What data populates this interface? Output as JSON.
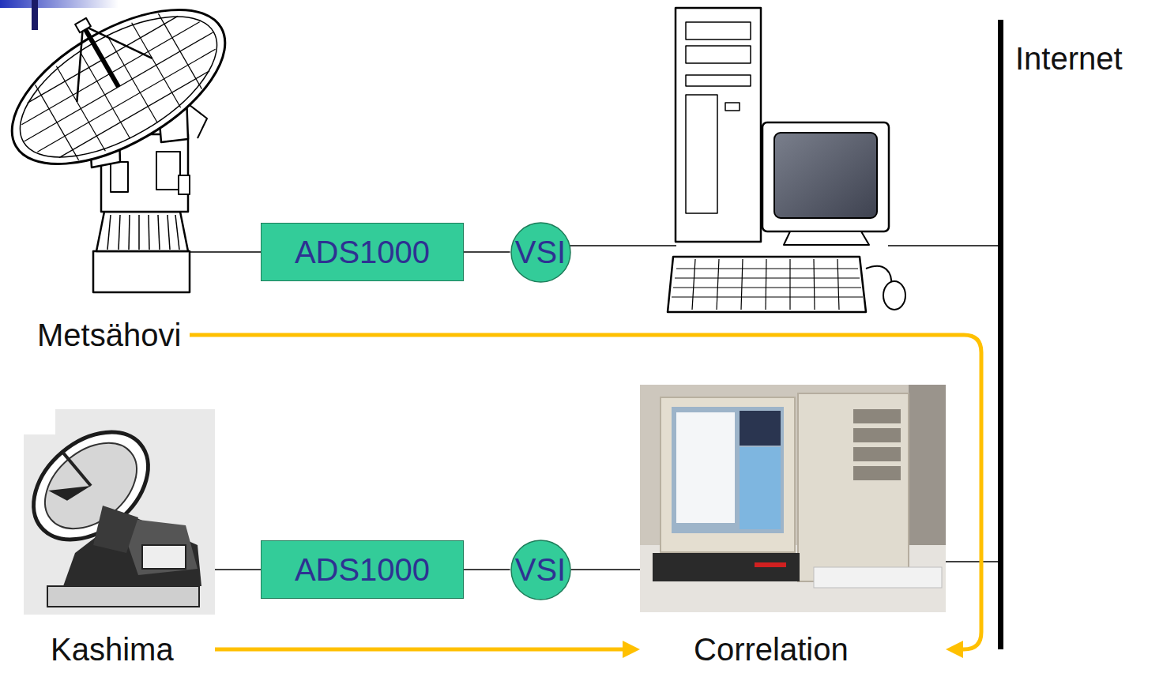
{
  "diagram": {
    "nodes": [
      {
        "text": [
          "Metsähovi"
        ]
      },
      {
        "text": [
          "ADS1000"
        ]
      },
      {
        "text": [
          "VSI"
        ]
      },
      {
        "text": [
          "Kashima"
        ]
      },
      {
        "text": [
          "ADS1000"
        ]
      },
      {
        "text": [
          "VSI"
        ]
      },
      {
        "text": [
          "Correlation"
        ]
      }
    ],
    "edges": [
      {
        "from": 0,
        "to": 1,
        "arrow": "none"
      },
      {
        "from": 1,
        "to": 2,
        "arrow": "none"
      },
      {
        "from": 3,
        "to": 4,
        "arrow": "none"
      },
      {
        "from": 4,
        "to": 5,
        "arrow": "none"
      },
      {
        "from": 5,
        "to": 6,
        "arrow": "none"
      },
      {
        "from": 0,
        "to": 6,
        "arrow": "to"
      },
      {
        "from": 3,
        "to": 6,
        "arrow": "to"
      }
    ],
    "labels": [
      "Internet"
    ]
  }
}
